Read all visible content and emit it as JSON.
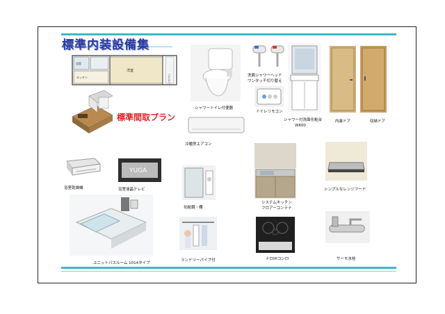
{
  "title": "標準内装設備集",
  "plan_label": "標準間取プラン",
  "floorplan": {
    "room_label": "洋室",
    "kitchen_label": "キッチン",
    "bath_label": "浴室",
    "balcony_label": "バルコニー"
  },
  "items": [
    {
      "id": "toilet",
      "caption": "シャワートイレ付便器"
    },
    {
      "id": "shower-head",
      "caption": "洗面シャワーヘッド"
    },
    {
      "id": "shower-head-sub",
      "caption": "ワンタッチ切り替え"
    },
    {
      "id": "toilet-remote",
      "caption": "トイレリモコン"
    },
    {
      "id": "vanity",
      "caption": "シャワー付洗面化粧台"
    },
    {
      "id": "vanity-sub",
      "caption": "W600"
    },
    {
      "id": "interior-door",
      "caption": "内装ドア"
    },
    {
      "id": "closet-door",
      "caption": "収納ドア"
    },
    {
      "id": "aircon",
      "caption": "冷暖房エアコン"
    },
    {
      "id": "bath-dryer",
      "caption": "浴室乾燥機"
    },
    {
      "id": "bath-tv",
      "caption": "浴室液晶テレビ"
    },
    {
      "id": "mirror",
      "caption": "化粧鏡・棚"
    },
    {
      "id": "kitchen",
      "caption": "システムキッチン"
    },
    {
      "id": "kitchen-sub",
      "caption": "フロアーコンテナ"
    },
    {
      "id": "range-hood",
      "caption": "シンプルなレンジフード"
    },
    {
      "id": "unit-bath",
      "caption": "ユニットバスルーム 1014タイプ"
    },
    {
      "id": "laundry-pipe",
      "caption": "ランドリーパイプ付"
    },
    {
      "id": "ih-stove",
      "caption": "ナロIHコンロ"
    },
    {
      "id": "faucet",
      "caption": "サーモ水栓"
    }
  ],
  "tv_brand": "YUGA",
  "colors": {
    "title": "#2a3d9e",
    "accent_rule": "#3cb9c6",
    "plan_label": "#e0262a"
  }
}
